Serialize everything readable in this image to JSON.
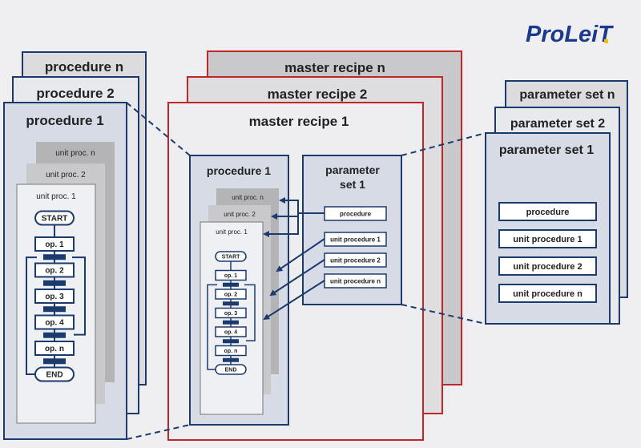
{
  "logo": {
    "text": "ProLeiT",
    "color": "#1b3a8c",
    "accent": "#f2c200"
  },
  "colors": {
    "navy": "#1b3a6e",
    "red": "#c0272d",
    "panel": "#d6dbe6",
    "sheet": "#eef0f3",
    "gray_dark": "#b4b4b6",
    "gray_mid": "#c9c9cb",
    "gray_light": "#dcdcde",
    "flow": "#1b3a6e"
  },
  "left": {
    "procedures": [
      "procedure n",
      "procedure 2",
      "procedure 1"
    ],
    "unit_procs": [
      "unit proc. n",
      "unit proc. 2",
      "unit proc. 1"
    ],
    "flow": {
      "start": "START",
      "ops": [
        "op. 1",
        "op. 2",
        "op. 3",
        "op. 4",
        "op. n"
      ],
      "end": "END"
    }
  },
  "center": {
    "master_recipes": [
      "master recipe n",
      "master recipe 2",
      "master recipe 1"
    ],
    "procedure_title": "procedure 1",
    "unit_procs": [
      "unit proc. n",
      "unit proc. 2",
      "unit proc. 1"
    ],
    "flow": {
      "start": "START",
      "ops": [
        "op. 1",
        "op. 2",
        "op. 3",
        "op. 4",
        "op. n"
      ],
      "end": "END"
    },
    "param_title": "parameter set 1",
    "param_lines": [
      "parameter",
      "set 1"
    ],
    "param_items": [
      "procedure",
      "unit procedure 1",
      "unit procedure 2",
      "unit procedure n"
    ]
  },
  "right": {
    "param_sets": [
      "parameter set n",
      "parameter set 2",
      "parameter set 1"
    ],
    "items": [
      "procedure",
      "unit procedure 1",
      "unit procedure 2",
      "unit procedure n"
    ]
  }
}
